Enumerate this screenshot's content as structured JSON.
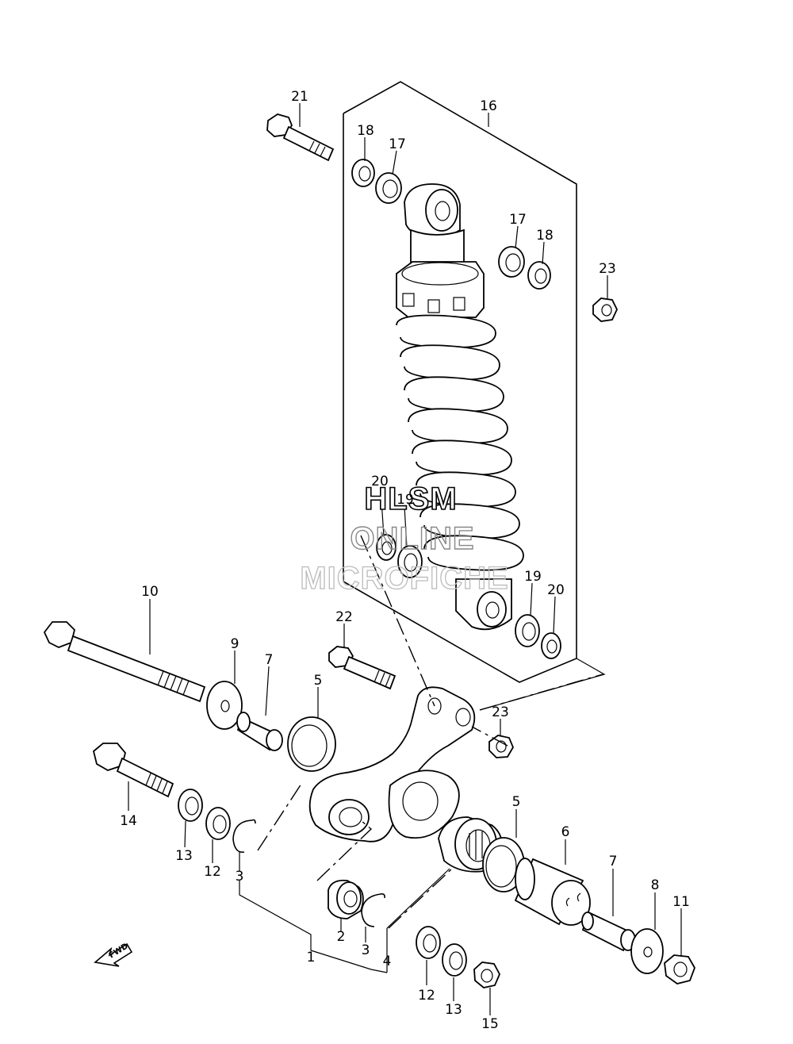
{
  "watermark": {
    "line1": "HLSM",
    "line2": "ONLINE",
    "line3": "MICROFICHE"
  },
  "direction_badge": "FWD",
  "callouts": [
    {
      "id": "c21",
      "label": "21"
    },
    {
      "id": "c16",
      "label": "16"
    },
    {
      "id": "c18a",
      "label": "18"
    },
    {
      "id": "c17a",
      "label": "17"
    },
    {
      "id": "c17b",
      "label": "17"
    },
    {
      "id": "c18b",
      "label": "18"
    },
    {
      "id": "c23a",
      "label": "23"
    },
    {
      "id": "c20a",
      "label": "20"
    },
    {
      "id": "c19a",
      "label": "19"
    },
    {
      "id": "c19b",
      "label": "19"
    },
    {
      "id": "c20b",
      "label": "20"
    },
    {
      "id": "c10",
      "label": "10"
    },
    {
      "id": "c9",
      "label": "9"
    },
    {
      "id": "c7a",
      "label": "7"
    },
    {
      "id": "c5a",
      "label": "5"
    },
    {
      "id": "c22",
      "label": "22"
    },
    {
      "id": "c23b",
      "label": "23"
    },
    {
      "id": "c14",
      "label": "14"
    },
    {
      "id": "c13a",
      "label": "13"
    },
    {
      "id": "c12a",
      "label": "12"
    },
    {
      "id": "c3a",
      "label": "3"
    },
    {
      "id": "c1",
      "label": "1"
    },
    {
      "id": "c2",
      "label": "2"
    },
    {
      "id": "c3b",
      "label": "3"
    },
    {
      "id": "c4",
      "label": "4"
    },
    {
      "id": "c5b",
      "label": "5"
    },
    {
      "id": "c6",
      "label": "6"
    },
    {
      "id": "c7b",
      "label": "7"
    },
    {
      "id": "c8",
      "label": "8"
    },
    {
      "id": "c11",
      "label": "11"
    },
    {
      "id": "c12b",
      "label": "12"
    },
    {
      "id": "c13b",
      "label": "13"
    },
    {
      "id": "c15",
      "label": "15"
    }
  ]
}
